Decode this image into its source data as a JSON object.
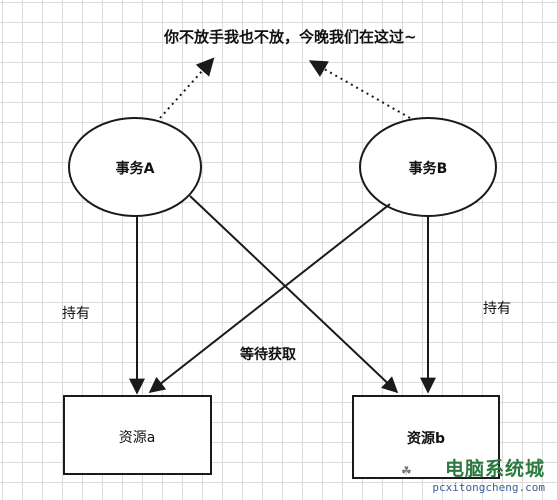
{
  "caption": "你不放手我也不放，今晚我们在这过~",
  "transactions": {
    "a": "事务A",
    "b": "事务B"
  },
  "resources": {
    "a": "资源a",
    "b": "资源b"
  },
  "edge_labels": {
    "hold_left": "持有",
    "hold_right": "持有",
    "waiting": "等待获取"
  },
  "watermark": {
    "title": "电脑系统城",
    "url": "pcxitongcheng.com"
  },
  "colors": {
    "stroke": "#1a1a1a",
    "grid": "#dcdcdc",
    "watermark_green": "#2c7a3f",
    "watermark_blue": "#3a5f9a"
  }
}
